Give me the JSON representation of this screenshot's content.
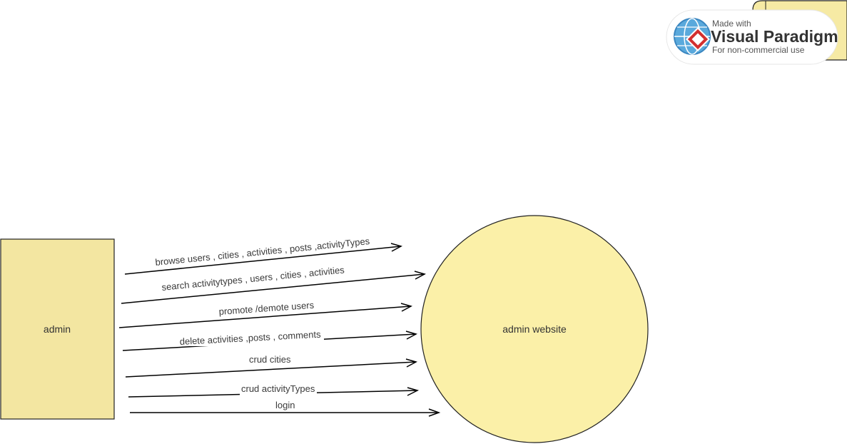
{
  "watermark": {
    "line1": "Made with",
    "line2": "Visual Paradigm",
    "line3": "For non-commercial use"
  },
  "entity": {
    "label": "admin",
    "fill": "#f3e6a1"
  },
  "process": {
    "label": "admin website",
    "fill": "#fbf0a8"
  },
  "flows": [
    "browse users , cities , activities , posts ,activityTypes",
    "search activitytypes , users , cities , activities",
    "promote /demote users",
    "delete activities ,posts , comments",
    "crud cities",
    "crud activityTypes",
    "login"
  ]
}
